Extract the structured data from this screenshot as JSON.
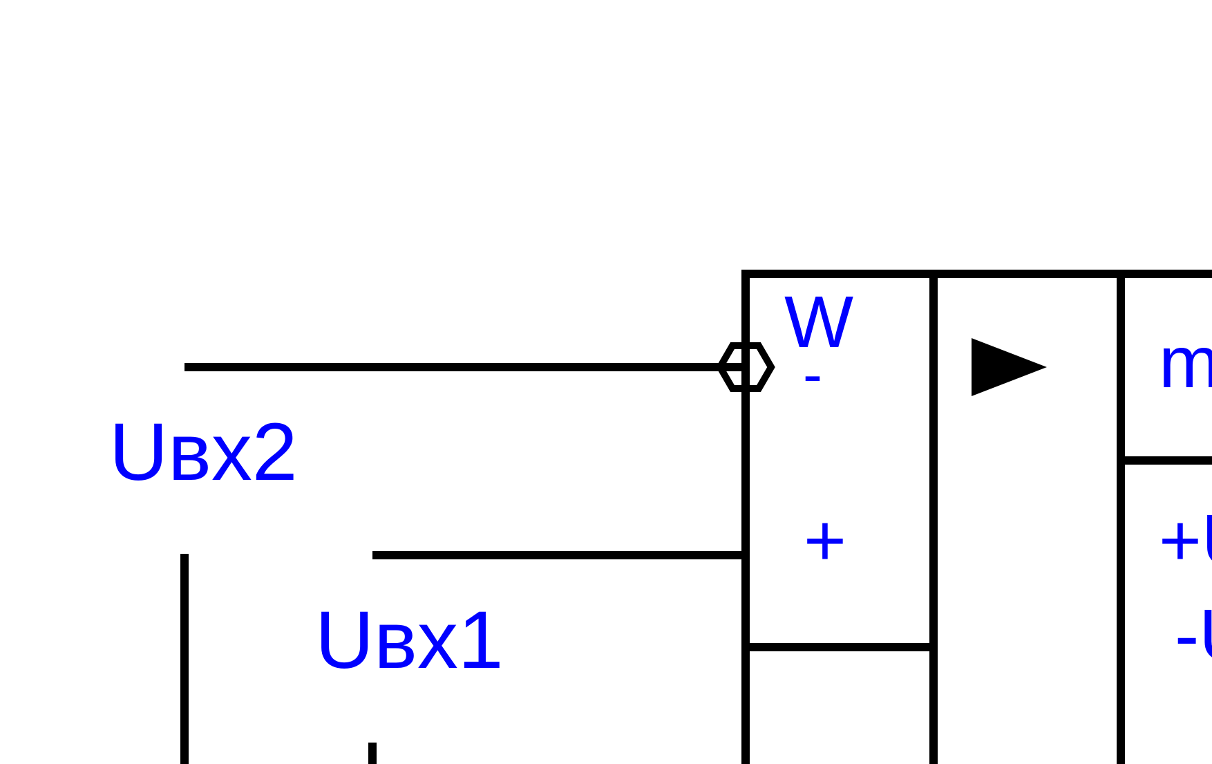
{
  "labels": {
    "input2": "Uвх2",
    "input1": "Uвх1",
    "w": "W",
    "minus": "-",
    "plus": "+",
    "m_partial": "m",
    "plus_u_partial": "+U",
    "minus_u_partial": "-U"
  },
  "icons": {
    "inverting_input": "circle-inversion-icon",
    "amplifier": "triangle-right-icon"
  },
  "colors": {
    "label": "#0000ff",
    "line": "#000000",
    "background": "#ffffff"
  }
}
